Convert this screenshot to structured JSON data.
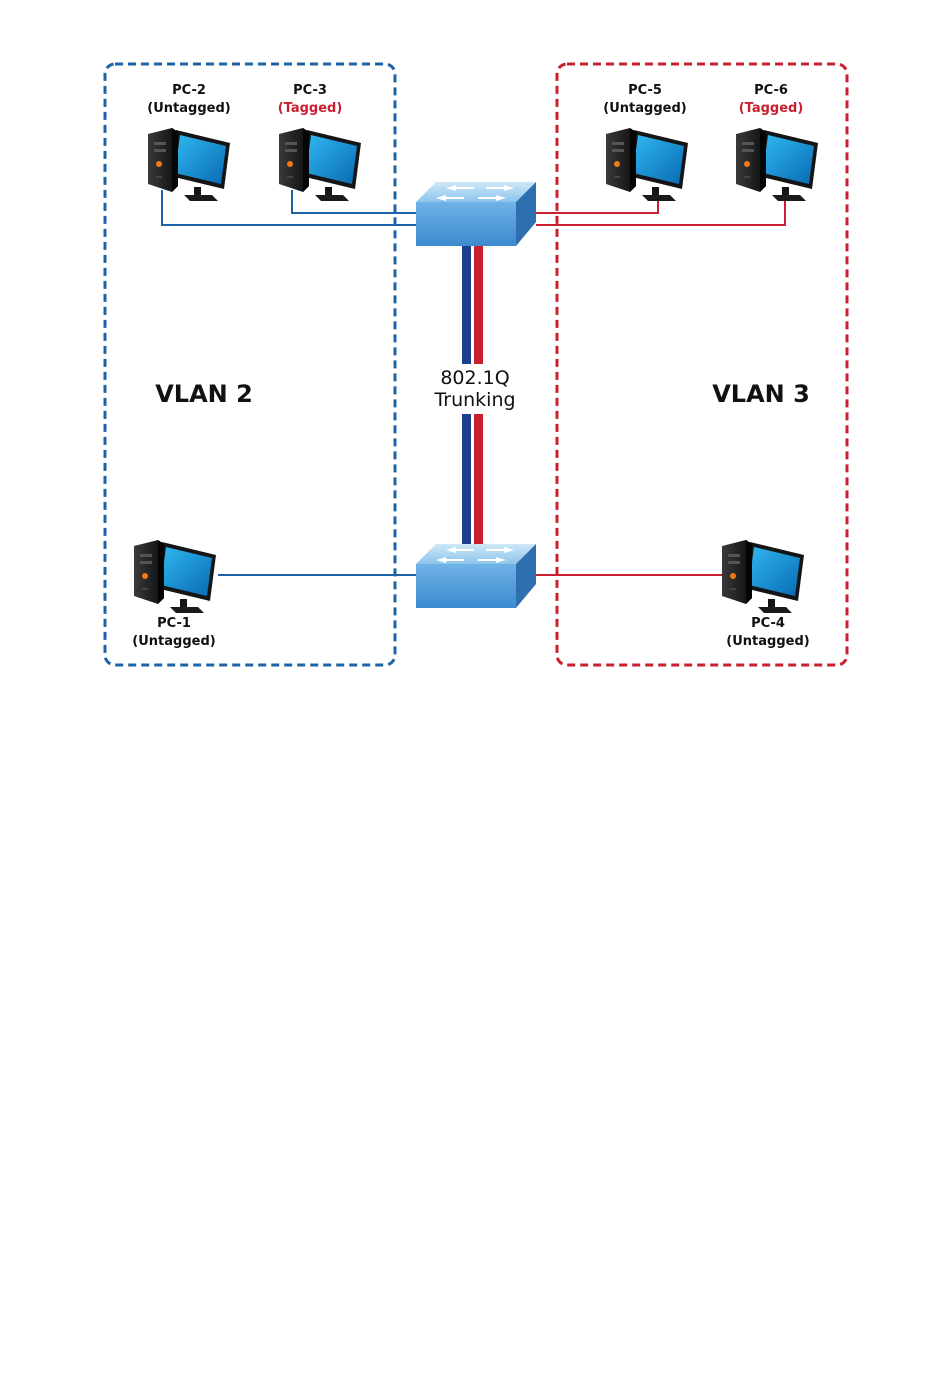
{
  "colors": {
    "vlan2": "#1d63a8",
    "vlan3": "#c8202f",
    "tagged_text": "#c8202f",
    "label_text": "#111111",
    "switch_top": "#a9d3f0",
    "switch_front": "#4f9bd8"
  },
  "vlan2": {
    "title": "VLAN 2"
  },
  "vlan3": {
    "title": "VLAN 3"
  },
  "trunk": {
    "line1": "802.1Q",
    "line2": "Trunking"
  },
  "pcs": {
    "pc1": {
      "name": "PC-1",
      "mode": "(Untagged)"
    },
    "pc2": {
      "name": "PC-2",
      "mode": "(Untagged)"
    },
    "pc3": {
      "name": "PC-3",
      "mode": "(Tagged)"
    },
    "pc4": {
      "name": "PC-4",
      "mode": "(Untagged)"
    },
    "pc5": {
      "name": "PC-5",
      "mode": "(Untagged)"
    },
    "pc6": {
      "name": "PC-6",
      "mode": "(Tagged)"
    }
  },
  "icons": {
    "computer": "desktop-computer-icon",
    "switch": "network-switch-icon"
  }
}
